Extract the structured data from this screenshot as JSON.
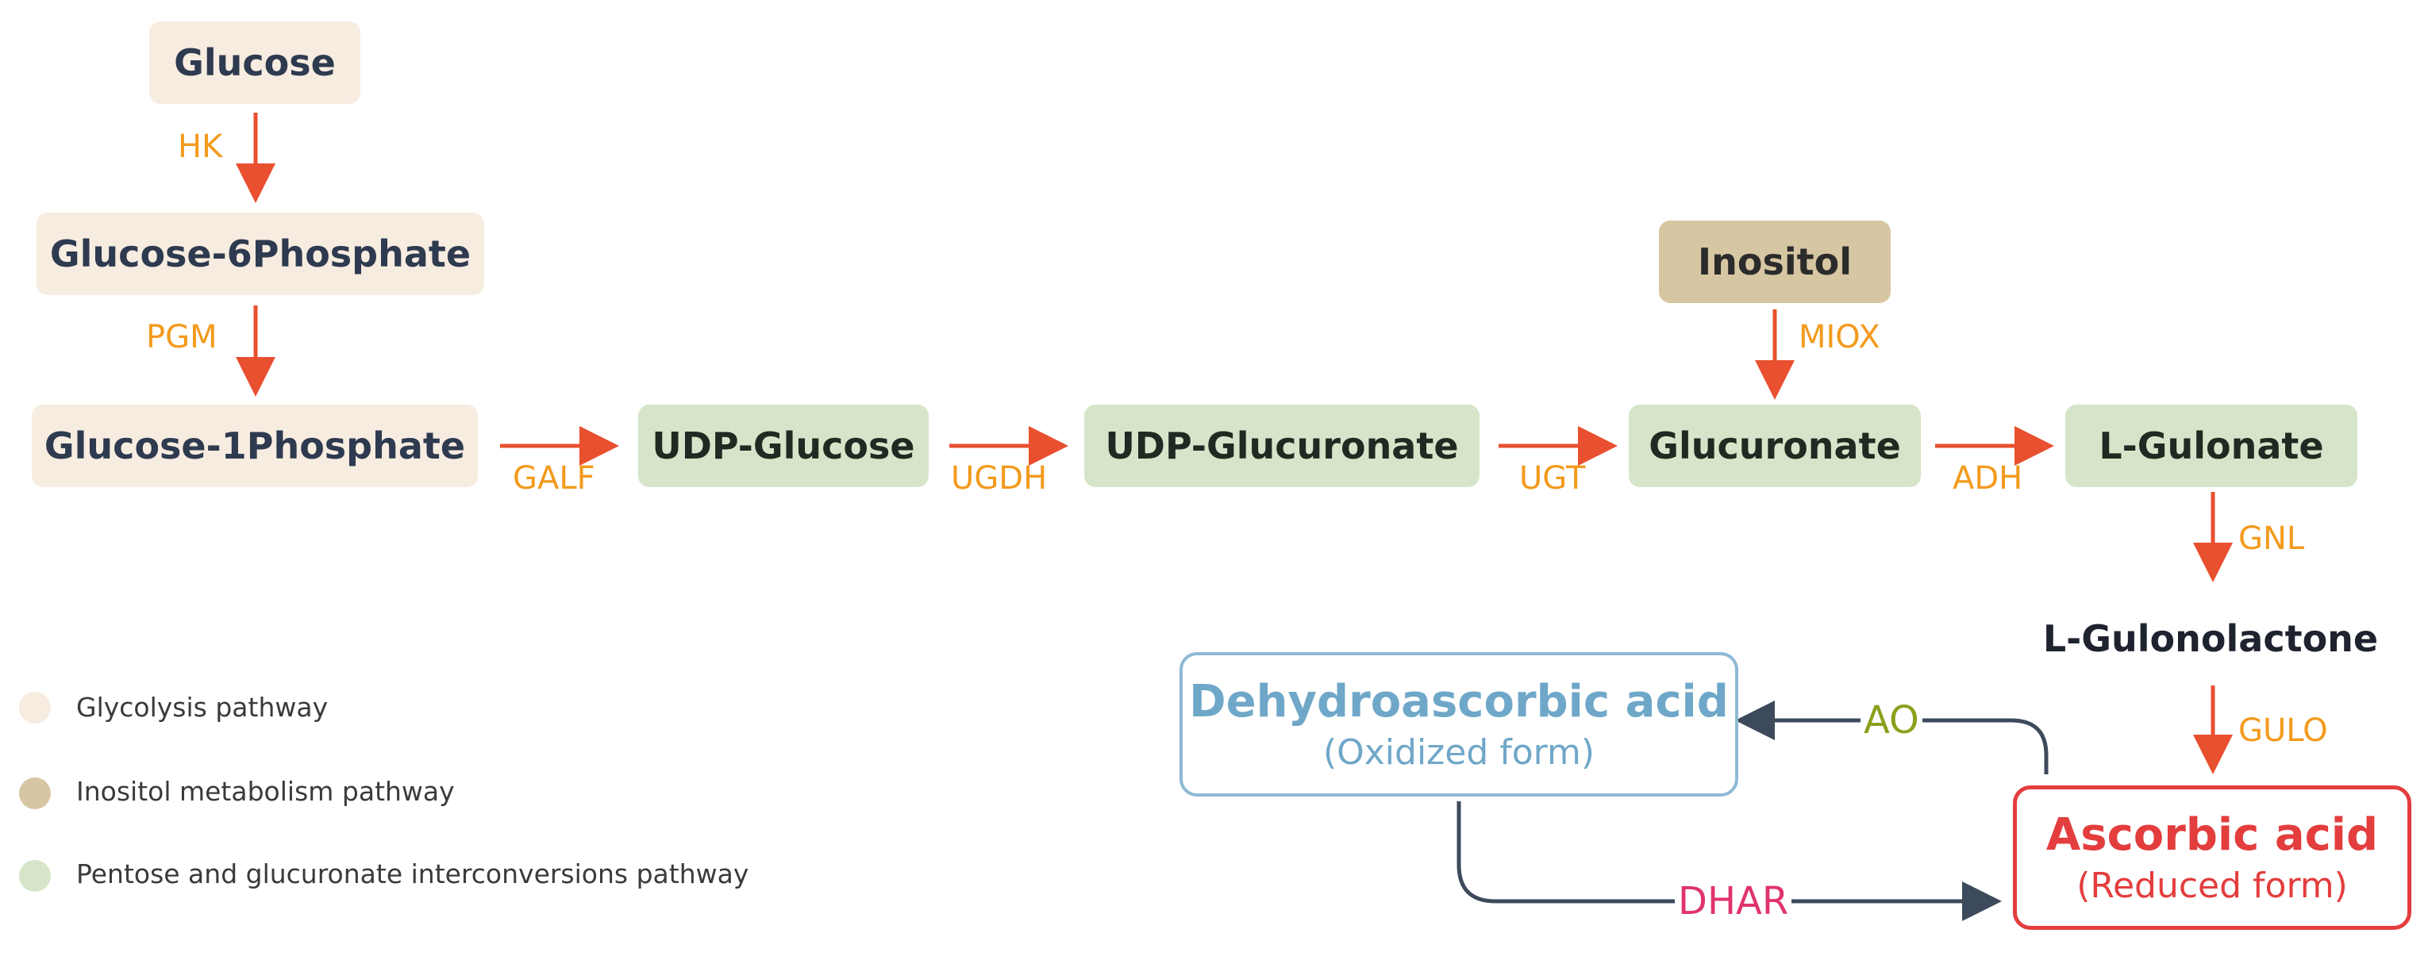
{
  "nodes": {
    "glucose": "Glucose",
    "g6p": "Glucose-6Phosphate",
    "g1p": "Glucose-1Phosphate",
    "udp_glucose": "UDP-Glucose",
    "udp_glucuronate": "UDP-Glucuronate",
    "inositol": "Inositol",
    "glucuronate": "Glucuronate",
    "l_gulonate": "L-Gulonate",
    "l_gulonolactone": "L-Gulonolactone"
  },
  "enzymes": {
    "hk": "HK",
    "pgm": "PGM",
    "galf": "GALF",
    "ugdh": "UGDH",
    "ugt": "UGT",
    "miox": "MIOX",
    "adh": "ADH",
    "gnl": "GNL",
    "gulo": "GULO"
  },
  "cycle": {
    "dha_title": "Dehydroascorbic acid",
    "dha_subtitle": "(Oxidized form)",
    "asc_title": "Ascorbic acid",
    "asc_subtitle": "(Reduced form)",
    "ao": "AO",
    "dhar": "DHAR"
  },
  "legend": [
    {
      "label": "Glycolysis pathway",
      "color": "#f7ece0"
    },
    {
      "label": "Inositol metabolism pathway",
      "color": "#d7c6a2"
    },
    {
      "label": "Pentose and glucuronate interconversions pathway",
      "color": "#d6e5c9"
    }
  ],
  "colors": {
    "arrow": "#e8502f",
    "enzyme": "#f39a1c",
    "cycle_arrow": "#3d4a5c",
    "ao": "#8aa11c",
    "dhar": "#e0336f",
    "ascorbic": "#e33d3d",
    "dehydroascorbic": "#6fa7c8"
  }
}
